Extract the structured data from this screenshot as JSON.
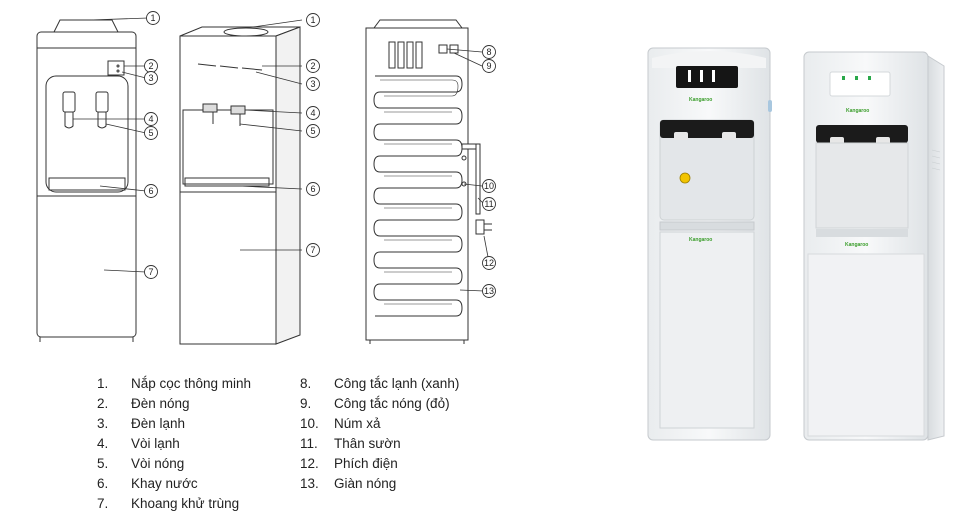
{
  "callouts": [
    "1",
    "2",
    "3",
    "4",
    "5",
    "6",
    "7",
    "8",
    "9",
    "10",
    "11",
    "12",
    "13"
  ],
  "legend": [
    {
      "num": "1.",
      "label": "Nắp cọc thông minh"
    },
    {
      "num": "2.",
      "label": "Đèn nóng"
    },
    {
      "num": "3.",
      "label": "Đèn lạnh"
    },
    {
      "num": "4.",
      "label": "Vòi lạnh"
    },
    {
      "num": "5.",
      "label": "Vòi nóng"
    },
    {
      "num": "6.",
      "label": "Khay nước"
    },
    {
      "num": "7.",
      "label": "Khoang khử trùng"
    },
    {
      "num": "8.",
      "label": "Công tắc lạnh (xanh)"
    },
    {
      "num": "9.",
      "label": "Công tắc nóng (đỏ)"
    },
    {
      "num": "10.",
      "label": "Núm xả"
    },
    {
      "num": "11.",
      "label": "Thân sườn"
    },
    {
      "num": "12.",
      "label": "Phích điện"
    },
    {
      "num": "13.",
      "label": "Giàn nóng"
    }
  ],
  "brand": "Kangaroo",
  "colors": {
    "line": "#333333",
    "brand": "#3a9d2b",
    "panel": "#1a1a1a"
  }
}
